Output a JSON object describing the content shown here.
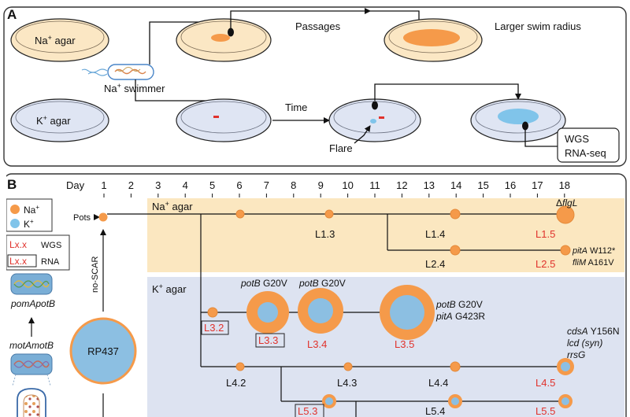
{
  "panel_a": {
    "letter": "A",
    "na_agar": "Na",
    "na_agar_sup": "+",
    "na_agar_suffix": " agar",
    "k_agar": "K",
    "k_agar_sup": "+",
    "k_agar_suffix": " agar",
    "swimmer": "Na",
    "swimmer_sup": "+",
    "swimmer_suffix": " swimmer",
    "passages": "Passages",
    "larger_radius": "Larger swim radius",
    "time": "Time",
    "flare": "Flare",
    "wgs": "WGS",
    "rnaseq": "RNA-seq"
  },
  "panel_b": {
    "letter": "B",
    "day_label": "Day",
    "days": [
      "1",
      "2",
      "3",
      "4",
      "5",
      "6",
      "7",
      "8",
      "9",
      "10",
      "11",
      "12",
      "13",
      "14",
      "15",
      "16",
      "17",
      "18"
    ],
    "legend": {
      "na": "Na",
      "na_sup": "+",
      "k": "K",
      "k_sup": "+",
      "lxx": "Lx.x",
      "wgs": "WGS",
      "rna": "RNA"
    },
    "pots": "Pots",
    "no_scar": "no-SCAR",
    "rp437": "RP437",
    "pom_pre": "pomA",
    "pom_post": "potB",
    "mot_pre": "motA",
    "mot_post": "motB",
    "na_region": "Na",
    "na_region_sup": "+",
    "na_region_suffix": " agar",
    "k_region": "K",
    "k_region_sup": "+",
    "k_region_suffix": " agar",
    "lineages": {
      "L1_3": "L1.3",
      "L1_4": "L1.4",
      "L1_5": "L1.5",
      "L2_4": "L2.4",
      "L2_5": "L2.5",
      "L3_2": "L3.2",
      "L3_3": "L3.3",
      "L3_4": "L3.4",
      "L3_5": "L3.5",
      "L4_2": "L4.2",
      "L4_3": "L4.3",
      "L4_4": "L4.4",
      "L4_5": "L4.5",
      "L5_3": "L5.3",
      "L5_4": "L5.4",
      "L5_5": "L5.5"
    },
    "mutations": {
      "dflgl_sym": "Δ",
      "dflgl": "flgL",
      "pitA_gene": "pitA",
      "pitA_mut": " W112*",
      "fliM_gene": "fliM",
      "fliM_mut": " A161V",
      "potB_gene": "potB",
      "potB_mut": " G20V",
      "pitA2_mut": " G423R",
      "cdsA_gene": "cdsA",
      "cdsA_mut": " Y156N",
      "lcd_gene": "lcd",
      "lcd_mut": " (syn)",
      "rrsG": "rrsG"
    }
  },
  "colors": {
    "na_orange": "#f59a4a",
    "k_blue": "#80c4ea",
    "na_dish": "#fbe7c4",
    "k_dish": "#dfe5f3",
    "na_band": "#fbe7c0",
    "k_band": "#dde3f1",
    "red_label": "#e0322c"
  }
}
